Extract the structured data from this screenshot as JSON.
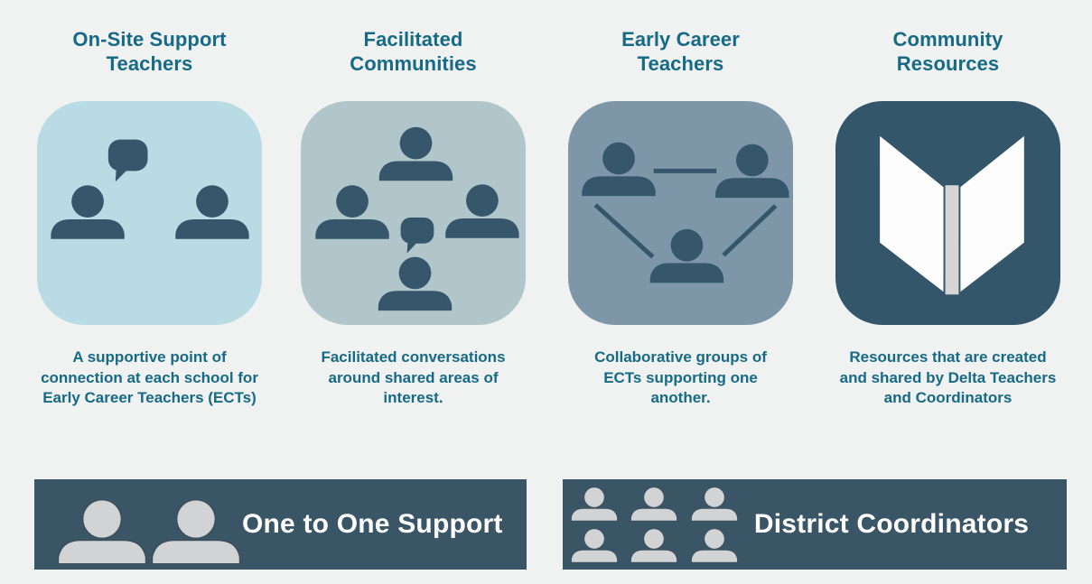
{
  "page": {
    "background_color": "#f0f1f1",
    "text_color": "#166a86",
    "icon_dark_color": "#35566b",
    "banner_background": "#3a5565",
    "banner_text_color": "#ffffff"
  },
  "columns": [
    {
      "title": "On-Site Support\nTeachers",
      "description": "A supportive point of\nconnection at each school for\nEarly Career Teachers (ECTs)",
      "card_color": "#b8dbe4",
      "icon": "two-people-speech-bubble-icon"
    },
    {
      "title": "Facilitated\nCommunities",
      "description": "Facilitated conversations\naround shared areas of\ninterest.",
      "card_color": "#b1c6cb",
      "icon": "four-people-speech-bubble-icon"
    },
    {
      "title": "Early Career\nTeachers",
      "description": "Collaborative groups of\nECTs supporting one\nanother.",
      "card_color": "#7d97a9",
      "icon": "three-people-network-icon"
    },
    {
      "title": "Community\nResources",
      "description": "Resources that are created\nand shared by Delta Teachers\nand Coordinators",
      "card_color": "#34566a",
      "icon": "open-book-icon"
    }
  ],
  "banners": [
    {
      "label": "One to One Support",
      "background": "#3a5565",
      "icon": "two-people-icon"
    },
    {
      "label": "District Coordinators",
      "background": "#3a5565",
      "icon": "six-people-grid-icon"
    }
  ]
}
